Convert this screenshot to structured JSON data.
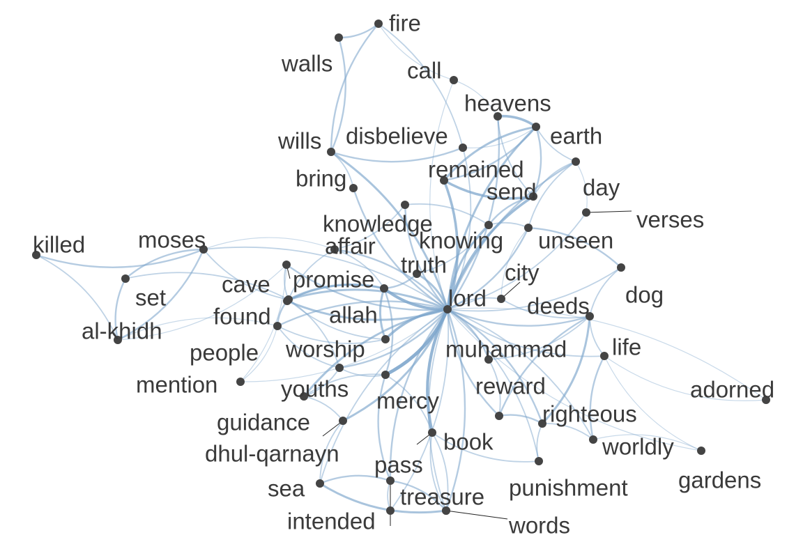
{
  "graph": {
    "colors": {
      "edge": "#7fa7cc",
      "node": "#444444",
      "label": "#3a3a3a"
    },
    "nodes": [
      {
        "id": "fire",
        "label": "fire"
      },
      {
        "id": "walls",
        "label": "walls"
      },
      {
        "id": "call",
        "label": "call"
      },
      {
        "id": "heavens",
        "label": "heavens"
      },
      {
        "id": "earth",
        "label": "earth"
      },
      {
        "id": "wills",
        "label": "wills"
      },
      {
        "id": "disbelieve",
        "label": "disbelieve"
      },
      {
        "id": "remained",
        "label": "remained"
      },
      {
        "id": "bring",
        "label": "bring"
      },
      {
        "id": "day",
        "label": "day"
      },
      {
        "id": "send",
        "label": "send"
      },
      {
        "id": "verses",
        "label": "verses"
      },
      {
        "id": "knowledge",
        "label": "knowledge"
      },
      {
        "id": "killed",
        "label": "killed"
      },
      {
        "id": "moses",
        "label": "moses"
      },
      {
        "id": "knowing",
        "label": "knowing"
      },
      {
        "id": "unseen",
        "label": "unseen"
      },
      {
        "id": "affair",
        "label": "affair"
      },
      {
        "id": "truth",
        "label": "truth"
      },
      {
        "id": "cave",
        "label": "cave"
      },
      {
        "id": "promise",
        "label": "promise"
      },
      {
        "id": "city",
        "label": "city"
      },
      {
        "id": "set",
        "label": "set"
      },
      {
        "id": "dog",
        "label": "dog"
      },
      {
        "id": "lord",
        "label": "lord"
      },
      {
        "id": "found",
        "label": "found"
      },
      {
        "id": "allah",
        "label": "allah"
      },
      {
        "id": "deeds",
        "label": "deeds"
      },
      {
        "id": "al-khidh",
        "label": "al-khidh"
      },
      {
        "id": "life",
        "label": "life"
      },
      {
        "id": "people",
        "label": "people"
      },
      {
        "id": "worship",
        "label": "worship"
      },
      {
        "id": "muhammad",
        "label": "muhammad"
      },
      {
        "id": "mention",
        "label": "mention"
      },
      {
        "id": "youths",
        "label": "youths"
      },
      {
        "id": "reward",
        "label": "reward"
      },
      {
        "id": "adorned",
        "label": "adorned"
      },
      {
        "id": "mercy",
        "label": "mercy"
      },
      {
        "id": "guidance",
        "label": "guidance"
      },
      {
        "id": "righteous",
        "label": "righteous"
      },
      {
        "id": "book",
        "label": "book"
      },
      {
        "id": "worldly",
        "label": "worldly"
      },
      {
        "id": "dhul-qarnayn",
        "label": "dhul-qarnayn"
      },
      {
        "id": "pass",
        "label": "pass"
      },
      {
        "id": "gardens",
        "label": "gardens"
      },
      {
        "id": "sea",
        "label": "sea"
      },
      {
        "id": "treasure",
        "label": "treasure"
      },
      {
        "id": "punishment",
        "label": "punishment"
      },
      {
        "id": "intended",
        "label": "intended"
      },
      {
        "id": "words",
        "label": "words"
      }
    ],
    "edges": [
      [
        "lord",
        "allah",
        6
      ],
      [
        "lord",
        "worship",
        5
      ],
      [
        "lord",
        "mercy",
        7
      ],
      [
        "lord",
        "book",
        6
      ],
      [
        "lord",
        "send",
        5
      ],
      [
        "lord",
        "remained",
        5
      ],
      [
        "lord",
        "knowing",
        4
      ],
      [
        "lord",
        "truth",
        4
      ],
      [
        "lord",
        "promise",
        4
      ],
      [
        "lord",
        "found",
        4
      ],
      [
        "lord",
        "muhammad",
        3
      ],
      [
        "lord",
        "reward",
        3
      ],
      [
        "lord",
        "righteous",
        3
      ],
      [
        "lord",
        "deeds",
        3
      ],
      [
        "lord",
        "city",
        2
      ],
      [
        "lord",
        "unseen",
        3
      ],
      [
        "lord",
        "earth",
        4
      ],
      [
        "lord",
        "heavens",
        3
      ],
      [
        "lord",
        "knowledge",
        3
      ],
      [
        "lord",
        "affair",
        3
      ],
      [
        "lord",
        "bring",
        3
      ],
      [
        "lord",
        "wills",
        4
      ],
      [
        "lord",
        "cave",
        3
      ],
      [
        "lord",
        "people",
        3
      ],
      [
        "lord",
        "youths",
        3
      ],
      [
        "lord",
        "guidance",
        4
      ],
      [
        "lord",
        "dhul-qarnayn",
        4
      ],
      [
        "lord",
        "pass",
        3
      ],
      [
        "lord",
        "treasure",
        3
      ],
      [
        "lord",
        "sea",
        2
      ],
      [
        "lord",
        "intended",
        2
      ],
      [
        "lord",
        "words",
        2
      ],
      [
        "lord",
        "punishment",
        2
      ],
      [
        "lord",
        "life",
        2
      ],
      [
        "lord",
        "worldly",
        2
      ],
      [
        "lord",
        "verses",
        2
      ],
      [
        "lord",
        "day",
        3
      ],
      [
        "lord",
        "disbelieve",
        2
      ],
      [
        "lord",
        "call",
        1
      ],
      [
        "lord",
        "dog",
        2
      ],
      [
        "lord",
        "mention",
        1
      ],
      [
        "lord",
        "moses",
        2
      ],
      [
        "lord",
        "adorned",
        1
      ],
      [
        "lord",
        "gardens",
        1
      ],
      [
        "heavens",
        "earth",
        5
      ],
      [
        "heavens",
        "send",
        2
      ],
      [
        "earth",
        "remained",
        3
      ],
      [
        "earth",
        "day",
        2
      ],
      [
        "earth",
        "send",
        3
      ],
      [
        "remained",
        "send",
        5
      ],
      [
        "remained",
        "earth",
        4
      ],
      [
        "send",
        "knowing",
        3
      ],
      [
        "send",
        "day",
        2
      ],
      [
        "day",
        "unseen",
        2
      ],
      [
        "unseen",
        "dog",
        3
      ],
      [
        "unseen",
        "knowing",
        2
      ],
      [
        "knowing",
        "truth",
        2
      ],
      [
        "knowing",
        "knowledge",
        2
      ],
      [
        "fire",
        "walls",
        3
      ],
      [
        "fire",
        "wills",
        3
      ],
      [
        "walls",
        "wills",
        3
      ],
      [
        "fire",
        "call",
        1
      ],
      [
        "fire",
        "disbelieve",
        2
      ],
      [
        "wills",
        "disbelieve",
        3
      ],
      [
        "wills",
        "bring",
        2
      ],
      [
        "disbelieve",
        "earth",
        1
      ],
      [
        "call",
        "heavens",
        1
      ],
      [
        "killed",
        "moses",
        3
      ],
      [
        "killed",
        "al-khidh",
        2
      ],
      [
        "moses",
        "set",
        3
      ],
      [
        "moses",
        "al-khidh",
        3
      ],
      [
        "set",
        "al-khidh",
        3
      ],
      [
        "set",
        "found",
        2
      ],
      [
        "moses",
        "found",
        2
      ],
      [
        "al-khidh",
        "people",
        1
      ],
      [
        "al-khidh",
        "cave",
        1
      ],
      [
        "moses",
        "affair",
        1
      ],
      [
        "affair",
        "knowledge",
        2
      ],
      [
        "affair",
        "allah",
        2
      ],
      [
        "affair",
        "found",
        2
      ],
      [
        "promise",
        "allah",
        3
      ],
      [
        "promise",
        "found",
        3
      ],
      [
        "found",
        "allah",
        4
      ],
      [
        "found",
        "people",
        3
      ],
      [
        "found",
        "cave",
        2
      ],
      [
        "found",
        "worship",
        2
      ],
      [
        "found",
        "youths",
        2
      ],
      [
        "people",
        "worship",
        2
      ],
      [
        "people",
        "mention",
        1
      ],
      [
        "people",
        "youths",
        2
      ],
      [
        "worship",
        "allah",
        4
      ],
      [
        "allah",
        "truth",
        3
      ],
      [
        "allah",
        "mercy",
        3
      ],
      [
        "youths",
        "mercy",
        2
      ],
      [
        "youths",
        "guidance",
        2
      ],
      [
        "mercy",
        "guidance",
        2
      ],
      [
        "mercy",
        "book",
        2
      ],
      [
        "mercy",
        "pass",
        3
      ],
      [
        "guidance",
        "dhul-qarnayn",
        2
      ],
      [
        "dhul-qarnayn",
        "sea",
        2
      ],
      [
        "sea",
        "pass",
        3
      ],
      [
        "sea",
        "treasure",
        4
      ],
      [
        "pass",
        "treasure",
        3
      ],
      [
        "pass",
        "intended",
        2
      ],
      [
        "treasure",
        "words",
        2
      ],
      [
        "book",
        "words",
        2
      ],
      [
        "book",
        "treasure",
        2
      ],
      [
        "book",
        "punishment",
        2
      ],
      [
        "muhammad",
        "reward",
        2
      ],
      [
        "muhammad",
        "deeds",
        2
      ],
      [
        "deeds",
        "righteous",
        4
      ],
      [
        "deeds",
        "reward",
        3
      ],
      [
        "reward",
        "righteous",
        3
      ],
      [
        "righteous",
        "punishment",
        2
      ],
      [
        "righteous",
        "worldly",
        2
      ],
      [
        "life",
        "worldly",
        3
      ],
      [
        "life",
        "deeds",
        2
      ],
      [
        "life",
        "gardens",
        1
      ],
      [
        "worldly",
        "gardens",
        1
      ],
      [
        "life",
        "adorned",
        1
      ],
      [
        "deeds",
        "dog",
        2
      ],
      [
        "city",
        "deeds",
        2
      ],
      [
        "city",
        "unseen",
        1
      ],
      [
        "verses",
        "day",
        1
      ],
      [
        "cave",
        "mention",
        1
      ]
    ]
  }
}
